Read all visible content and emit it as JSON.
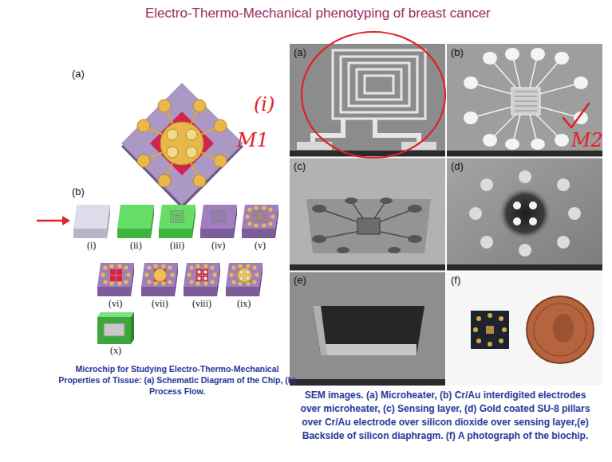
{
  "diagram": {
    "title": "Electro-Thermo-Mechanical phenotyping of breast cancer",
    "nodes": [
      {
        "text": [
          "(a)"
        ]
      },
      {
        "text": [
          "(b)"
        ]
      },
      {
        "text": [
          "(c)"
        ]
      },
      {
        "text": [
          "(d)"
        ]
      },
      {
        "text": [
          "(e)"
        ]
      },
      {
        "text": [
          "(f)"
        ]
      }
    ],
    "labels": [
      "(a)",
      "(b)",
      "(i)",
      "(ii)",
      "(iii)",
      "(iv)",
      "(v)",
      "(vi)",
      "(vii)",
      "(viii)",
      "(ix)",
      "(x)",
      "Microchip for Studying Electro-Thermo-Mechanical Properties of Tissue: (a) Schematic Diagram of the Chip, (b) Process Flow.",
      "SEM images. (a) Microheater, (b) Cr/Au interdigited electrodes over microheater, (c) Sensing layer, (d) Gold coated SU-8 pillars over Cr/Au electrode over silicon dioxide over sensing layer,(e) Backside of silicon diaphragm. (f) A photograph of the biochip.",
      "(i)",
      "M1",
      "M2"
    ]
  }
}
